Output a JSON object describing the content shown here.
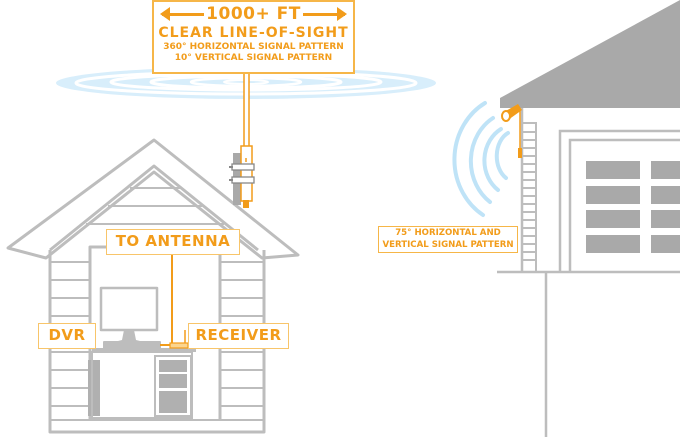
{
  "antenna_spec": {
    "range": "1000+ FT",
    "headline": "CLEAR LINE-OF-SIGHT",
    "horizontal_pattern": "360° HORIZONTAL SIGNAL PATTERN",
    "vertical_pattern": "10° VERTICAL SIGNAL PATTERN",
    "arrow_icons": [
      "arrow-left-icon",
      "arrow-right-icon"
    ]
  },
  "home_labels": {
    "antenna": "TO ANTENNA",
    "dvr": "DVR",
    "receiver": "RECEIVER"
  },
  "camera_spec": {
    "line1": "75° HORIZONTAL AND",
    "line2": "VERTICAL SIGNAL PATTERN"
  },
  "colors": {
    "accent": "#f29c1a",
    "accent_light": "#f8c56a",
    "signal": "#bfe3f7",
    "outline": "#bdbdbd",
    "fill_gray": "#a9a9a9"
  }
}
